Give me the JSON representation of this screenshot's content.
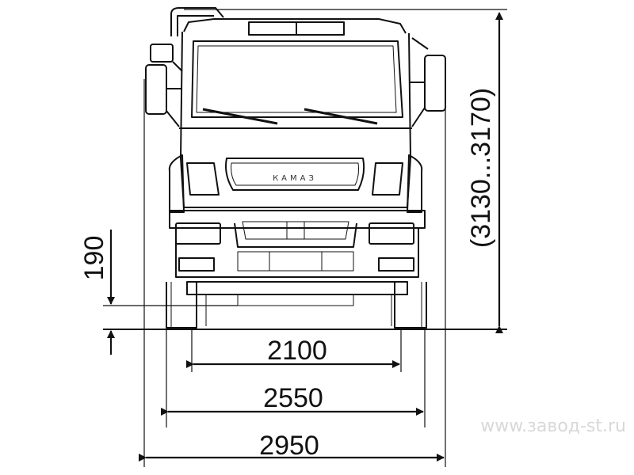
{
  "drawing": {
    "brand_mark": "КАМАЗ",
    "height_range": "(3130...3170)",
    "ground_clearance": "190",
    "track_width": "2100",
    "body_width": "2550",
    "mirror_width": "2950"
  },
  "watermark": {
    "text": "www.завод-st.ru"
  },
  "colors": {
    "line": "#111111",
    "background": "#ffffff",
    "watermark": "#d8d8d8"
  }
}
